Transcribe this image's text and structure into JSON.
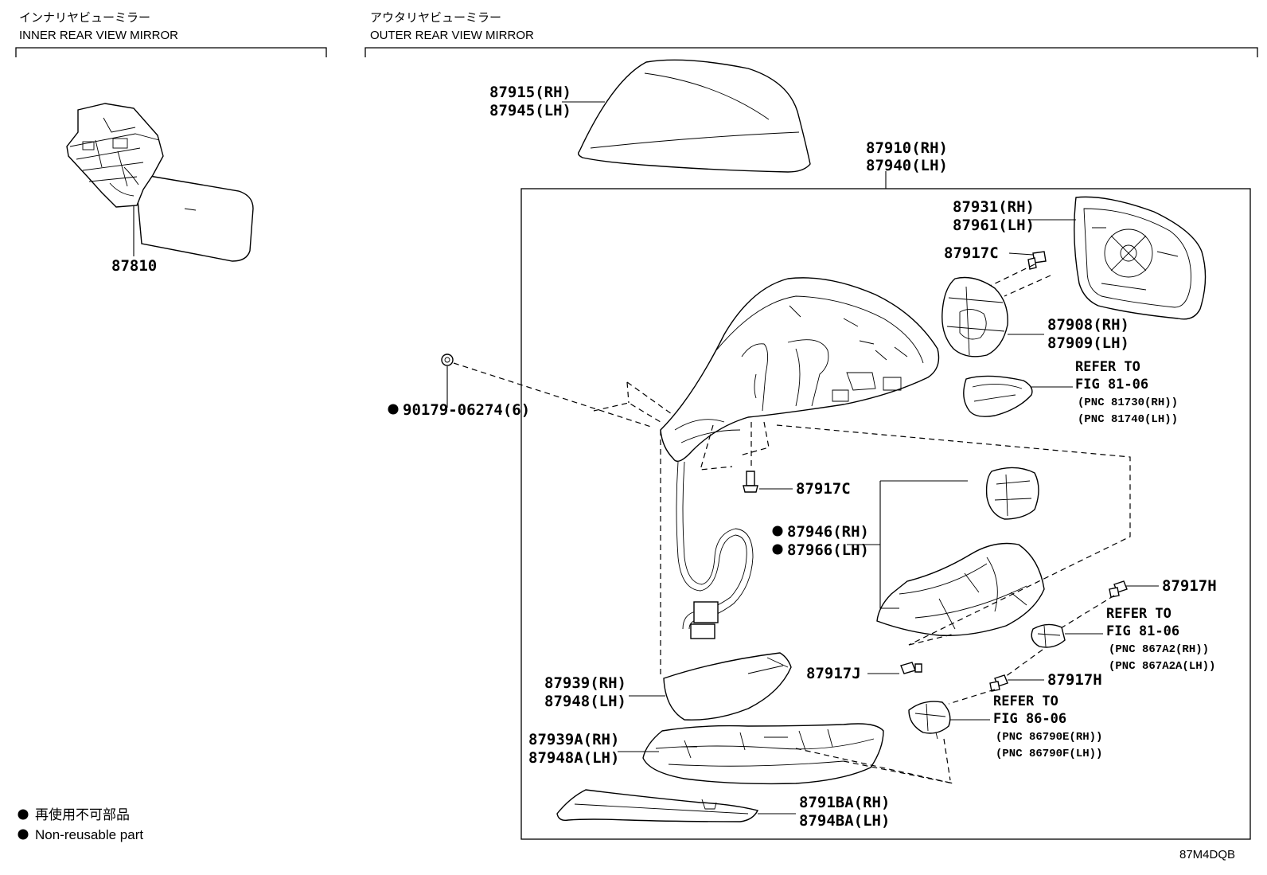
{
  "sections": {
    "inner": {
      "title_jp": "インナリヤビューミラー",
      "title_en": "INNER REAR VIEW MIRROR"
    },
    "outer": {
      "title_jp": "アウタリヤビューミラー",
      "title_en": "OUTER REAR VIEW MIRROR"
    }
  },
  "callouts": {
    "inner_mirror": "87810",
    "cover_rh": "87915(RH)",
    "cover_lh": "87945(LH)",
    "assy_rh": "87910(RH)",
    "assy_lh": "87940(LH)",
    "glass_rh": "87931(RH)",
    "glass_lh": "87961(LH)",
    "screw_c_top": "87917C",
    "actuator_rh": "87908(RH)",
    "actuator_lh": "87909(LH)",
    "screw_c_mid": "87917C",
    "bolt": "90179-06274(6)",
    "bracket_rh": "87946(RH)",
    "bracket_lh": "87966(LH)",
    "screw_h_top": "87917H",
    "screw_j": "87917J",
    "screw_h_mid": "87917H",
    "lower_cover_rh": "87939(RH)",
    "lower_cover_lh": "87948(LH)",
    "base_cover_rh": "87939A(RH)",
    "base_cover_lh": "87948A(LH)",
    "garnish_rh": "8791BA(RH)",
    "garnish_lh": "8794BA(LH)"
  },
  "references": [
    {
      "line1": "REFER TO",
      "line2": "FIG 81-06",
      "pnc1": "(PNC 81730(RH))",
      "pnc2": "(PNC 81740(LH))"
    },
    {
      "line1": "REFER TO",
      "line2": "FIG 81-06",
      "pnc1": "(PNC 867A2(RH))",
      "pnc2": "(PNC 867A2A(LH))"
    },
    {
      "line1": "REFER TO",
      "line2": "FIG 86-06",
      "pnc1": "(PNC 86790E(RH))",
      "pnc2": "(PNC 86790F(LH))"
    }
  ],
  "legend": {
    "jp": "再使用不可部品",
    "en": "Non-reusable part"
  },
  "figure_code": "87M4DQB"
}
